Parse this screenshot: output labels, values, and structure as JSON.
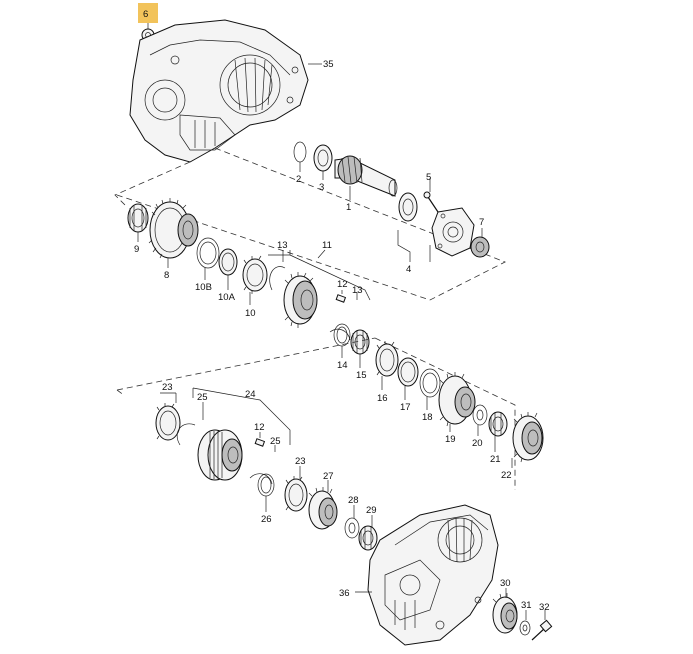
{
  "labels": {
    "l1": "1",
    "l2": "2",
    "l3": "3",
    "l4": "4",
    "l5": "5",
    "l6": "6",
    "l7": "7",
    "l8": "8",
    "l9": "9",
    "l10": "10",
    "l10a": "10A",
    "l10b": "10B",
    "l11": "11",
    "l12a": "12",
    "l13a": "13",
    "l13b": "13",
    "l12b": "12",
    "l14": "14",
    "l15": "15",
    "l16": "16",
    "l17": "17",
    "l18": "18",
    "l19": "19",
    "l20": "20",
    "l21": "21",
    "l22": "22",
    "l23a": "23",
    "l23b": "23",
    "l24": "24",
    "l25a": "25",
    "l25b": "25",
    "l26": "26",
    "l27": "27",
    "l28": "28",
    "l29": "29",
    "l30": "30",
    "l31": "31",
    "l32": "32",
    "l35": "35",
    "l36": "36"
  },
  "highlight_color": "#f2c35b"
}
